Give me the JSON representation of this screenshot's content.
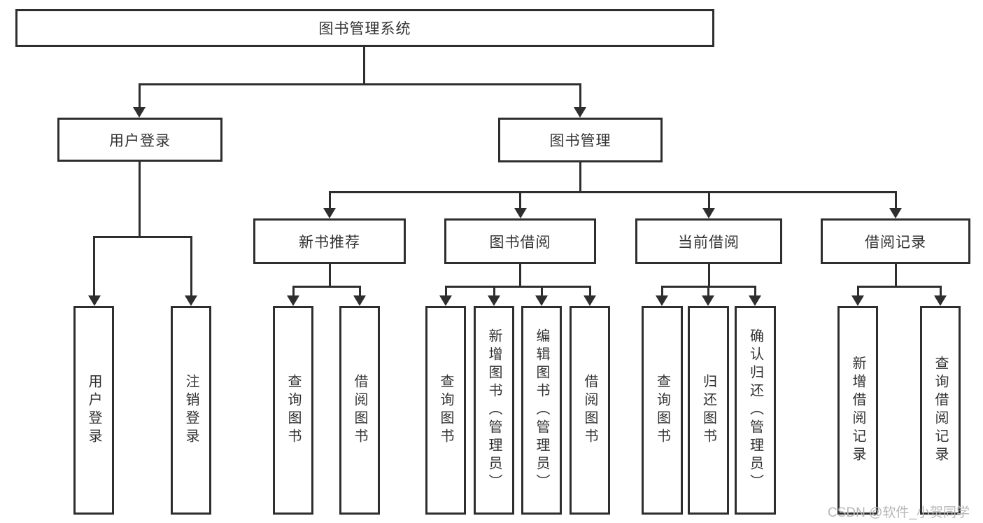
{
  "tree": {
    "root": "图书管理系统",
    "branches": [
      {
        "label": "用户登录",
        "children": [
          {
            "label": "用户登录"
          },
          {
            "label": "注销登录"
          }
        ]
      },
      {
        "label": "图书管理",
        "sections": [
          {
            "label": "新书推荐",
            "children": [
              {
                "label": "查询图书"
              },
              {
                "label": "借阅图书"
              }
            ]
          },
          {
            "label": "图书借阅",
            "children": [
              {
                "label": "查询图书"
              },
              {
                "label": "新增图书（管理员）"
              },
              {
                "label": "编辑图书（管理员）"
              },
              {
                "label": "借阅图书"
              }
            ]
          },
          {
            "label": "当前借阅",
            "children": [
              {
                "label": "查询图书"
              },
              {
                "label": "归还图书"
              },
              {
                "label": "确认归还（管理员）"
              }
            ]
          },
          {
            "label": "借阅记录",
            "children": [
              {
                "label": "新增借阅记录"
              },
              {
                "label": "查询借阅记录"
              }
            ]
          }
        ]
      }
    ]
  },
  "watermark": {
    "text": "CSDN @软件_小贺同学"
  },
  "colors": {
    "line": "#2e2e2e",
    "text": "#333333",
    "watermark": "#b7b7b7",
    "background": "#ffffff"
  }
}
